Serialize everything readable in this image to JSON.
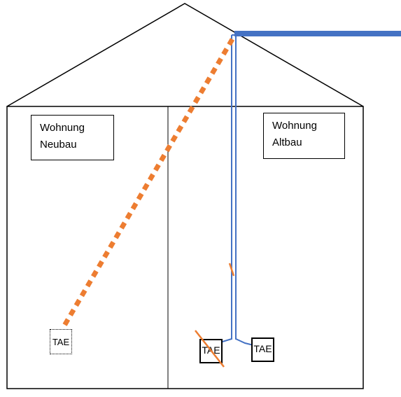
{
  "labels": {
    "neubau": [
      "Wohnung",
      "Neubau"
    ],
    "altbau": [
      "Wohnung",
      "Altbau"
    ],
    "tae": "TAE"
  },
  "colors": {
    "outline": "#000000",
    "cable_blue": "#4472C4",
    "cable_orange": "#ED7D31"
  }
}
